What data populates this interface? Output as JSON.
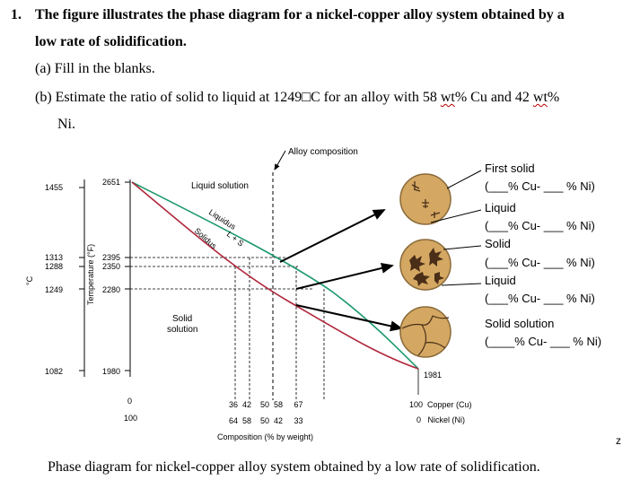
{
  "question": {
    "number": "1.",
    "title_line1": "The figure illustrates the phase diagram for a nickel-copper alloy system obtained by a",
    "title_line2": "low rate of solidification.",
    "part_a": "(a) Fill in the blanks.",
    "part_b_pre": "(b) Estimate the ratio of solid to liquid at 1249□C for an alloy with 58 ",
    "part_b_wt1": "wt",
    "part_b_mid": "% Cu and 42 ",
    "part_b_wt2": "wt",
    "part_b_end": "%",
    "part_b_line2": "Ni."
  },
  "diagram": {
    "alloy_composition": "Alloy composition",
    "liquid_solution": "Liquid solution",
    "solid_solution_region": [
      "Solid",
      "solution"
    ],
    "liquidus": "Liquidus",
    "solidus": "Solidus",
    "two_phase": "L + S",
    "celsius_unit": "°C",
    "fahrenheit_axis": "Temperature (°F)",
    "celsius_ticks": [
      "1455",
      "1313",
      "1288",
      "1249",
      "1082"
    ],
    "fahrenheit_ticks": [
      "2651",
      "2395",
      "2350",
      "2280",
      "1980"
    ],
    "right_end_temp": "1981",
    "x_left_top": "0",
    "x_left_bottom": "100",
    "x_cu_values": "36  42    50  58     67",
    "x_ni_values": "64  58    50  42     33",
    "x_right_top": "100  Copper (Cu)",
    "x_right_bottom": "0   Nickel (Ni)",
    "x_axis_label": "Composition (% by weight)"
  },
  "blanks": {
    "first_solid": "First solid",
    "first_solid_blank": "(___% Cu- ___ % Ni)",
    "liquid1": "Liquid",
    "liquid1_blank": "(___% Cu- ___ % Ni)",
    "solid": "Solid",
    "solid_blank": "(___% Cu- ___ % Ni)",
    "liquid2": "Liquid",
    "liquid2_blank": "(___% Cu- ___ % Ni)",
    "solid_solution": "Solid solution",
    "solid_solution_blank": "(____% Cu- ___ % Ni)"
  },
  "corner_mark": "z",
  "caption": "Phase diagram for nickel-copper alloy system obtained by a low rate of solidification.",
  "colors": {
    "liquidus": "#1d9a6c",
    "solidus": "#b0283c",
    "circle_fill": "#d4a862",
    "circle_stroke": "#8a6a3a",
    "dendrite": "#4a2e18"
  }
}
